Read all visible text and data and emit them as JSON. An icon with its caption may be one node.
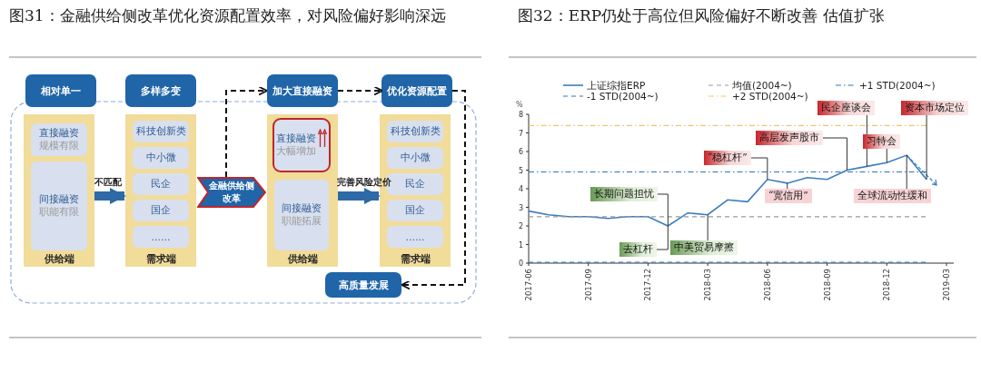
{
  "diagram": {
    "title": "图31：金融供给侧改革优化资源配置效率，对风险偏好影响深远",
    "nodes": [
      {
        "text": [
          "相对单一"
        ]
      },
      {
        "text": [
          "供给端"
        ]
      },
      {
        "text": [
          "直接融资",
          "规模有限"
        ],
        "in": 1
      },
      {
        "text": [
          "间接融资",
          "职能有限"
        ],
        "in": 1
      },
      {
        "text": [
          "多样多变"
        ]
      },
      {
        "text": [
          "需求端"
        ]
      },
      {
        "text": [
          "科技创新类"
        ],
        "in": 5
      },
      {
        "text": [
          "中小微"
        ],
        "in": 5
      },
      {
        "text": [
          "民企"
        ],
        "in": 5
      },
      {
        "text": [
          "国企"
        ],
        "in": 5
      },
      {
        "text": [
          "……"
        ],
        "in": 5
      },
      {
        "text": [
          "金融供给侧改革"
        ]
      },
      {
        "text": [
          "加大直接融资"
        ]
      },
      {
        "text": [
          "供给端"
        ]
      },
      {
        "text": [
          "直接融资",
          "大幅增加"
        ],
        "in": 13
      },
      {
        "text": [
          "间接融资",
          "职能拓展"
        ],
        "in": 13
      },
      {
        "text": [
          "优化资源配置"
        ]
      },
      {
        "text": [
          "需求端"
        ]
      },
      {
        "text": [
          "科技创新类"
        ],
        "in": 17
      },
      {
        "text": [
          "中小微"
        ],
        "in": 17
      },
      {
        "text": [
          "民企"
        ],
        "in": 17
      },
      {
        "text": [
          "国企"
        ],
        "in": 17
      },
      {
        "text": [
          "……"
        ],
        "in": 17
      },
      {
        "text": [
          "高质量发展"
        ]
      }
    ],
    "edges": [
      {
        "from": 1,
        "to": 5,
        "arrow": "to",
        "label": "不匹配",
        "style": "thick",
        "color": "#2f6aa8"
      },
      {
        "from": 11,
        "to": 12,
        "arrow": "to",
        "style": "dashed"
      },
      {
        "from": 13,
        "to": 17,
        "arrow": "to",
        "label": "完善风险定价",
        "style": "thick",
        "color": "#2f6aa8"
      },
      {
        "from": 12,
        "to": 16,
        "arrow": "to",
        "style": "dashed"
      },
      {
        "from": 16,
        "to": 23,
        "arrow": "to",
        "style": "dashed"
      },
      {
        "from": 5,
        "to": 11,
        "arrow": "none"
      },
      {
        "from": 11,
        "to": 13,
        "arrow": "none"
      }
    ],
    "labels": [
      "图32：ERP仍处于高位但风险偏好不断改善 估值扩张"
    ],
    "chart_data": {
      "type": "line",
      "ylabel": "%",
      "legend": "top",
      "categories": [
        "2017-06",
        null,
        null,
        "2017-09",
        null,
        null,
        "2017-12",
        null,
        null,
        "2018-03",
        null,
        null,
        "2018-06",
        null,
        null,
        "2018-09",
        null,
        null,
        "2018-12",
        null,
        null,
        "2019-03"
      ],
      "series": [
        {
          "name": "上证综指ERP",
          "color": "#3a7dbf",
          "values": [
            2.8,
            2.6,
            2.5,
            2.5,
            2.4,
            2.5,
            2.5,
            2.0,
            2.7,
            2.6,
            3.4,
            3.3,
            4.5,
            4.3,
            4.6,
            4.5,
            5.0,
            5.2,
            5.4,
            5.8,
            4.5,
            null
          ]
        },
        {
          "name": "均值(2004~)",
          "color": "#999999",
          "line_style": "dashed",
          "values": [
            2.5,
            2.5,
            2.5,
            2.5,
            2.5,
            2.5,
            2.5,
            2.5,
            2.5,
            2.5,
            2.5,
            2.5,
            2.5,
            2.5,
            2.5,
            2.5,
            2.5,
            2.5,
            2.5,
            2.5,
            2.5,
            null
          ]
        },
        {
          "name": "+1 STD(2004~)",
          "color": "#2e75b6",
          "line_style": "dashdot",
          "values": [
            4.9,
            4.9,
            4.9,
            4.9,
            4.9,
            4.9,
            4.9,
            4.9,
            4.9,
            4.9,
            4.9,
            4.9,
            4.9,
            4.9,
            4.9,
            4.9,
            4.9,
            4.9,
            4.9,
            4.9,
            4.9,
            null
          ]
        },
        {
          "name": "-1 STD(2004~)",
          "color": "#2e75b6",
          "line_style": "dashed",
          "values": [
            0.05,
            0.05,
            0.05,
            0.05,
            0.05,
            0.05,
            0.05,
            0.05,
            0.05,
            0.05,
            0.05,
            0.05,
            0.05,
            0.05,
            0.05,
            0.05,
            0.05,
            0.05,
            0.05,
            0.05,
            0.05,
            null
          ]
        },
        {
          "name": "+2 STD(2004~)",
          "color": "#f2c46d",
          "line_style": "dashdot",
          "values": [
            7.4,
            7.4,
            7.4,
            7.4,
            7.4,
            7.4,
            7.4,
            7.4,
            7.4,
            7.4,
            7.4,
            7.4,
            7.4,
            7.4,
            7.4,
            7.4,
            7.4,
            7.4,
            7.4,
            7.4,
            7.4,
            null
          ]
        }
      ],
      "ylim": [
        0,
        8
      ],
      "yticks": [
        0,
        1,
        2,
        3,
        4,
        5,
        6,
        7,
        8
      ],
      "annotations": [
        "“稳杠杆”",
        "高层发声股市",
        "民企座谈会",
        "习特会",
        "资本市场定位",
        "长期问题担忧",
        "去杠杆",
        "中美贸易摩擦",
        "“宽信用”",
        "全球流动性缓和"
      ]
    }
  }
}
